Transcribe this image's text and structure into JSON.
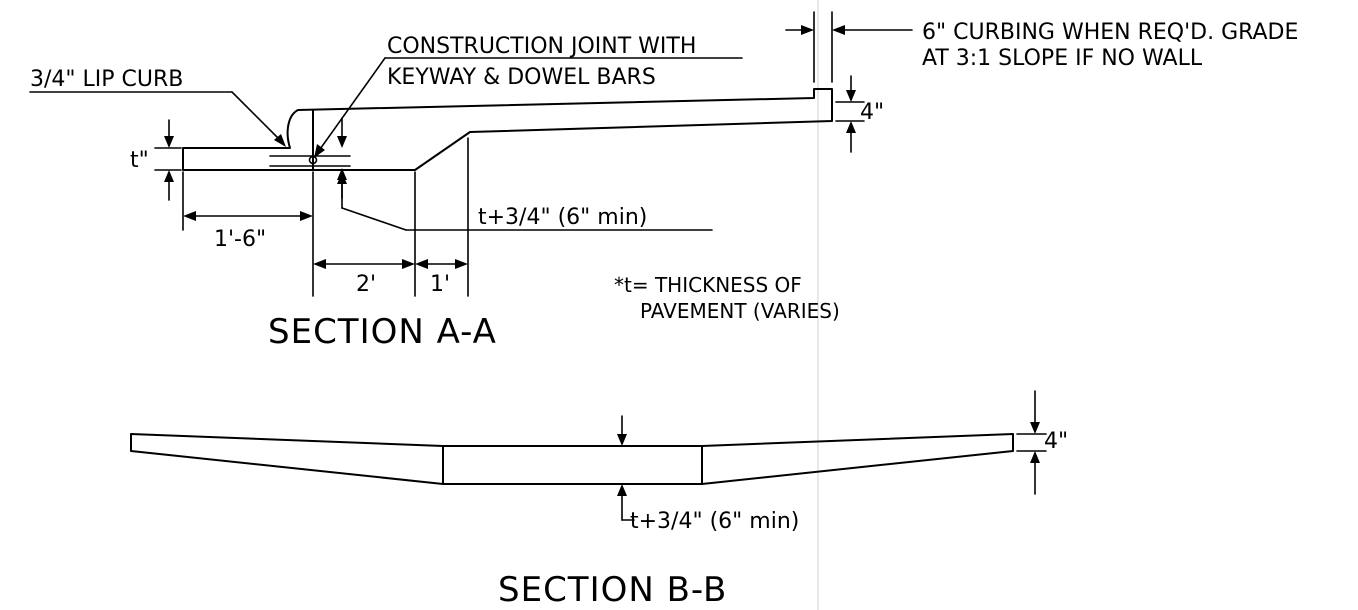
{
  "labels": {
    "lip_curb": "3/4\" LIP CURB",
    "construction_joint_line1": "CONSTRUCTION JOINT WITH",
    "construction_joint_line2": "KEYWAY & DOWEL BARS",
    "curbing_line1": "6\" CURBING WHEN REQ'D. GRADE",
    "curbing_line2": "AT 3:1 SLOPE IF NO WALL",
    "dim_4in_a": "4\"",
    "dim_t": "t\"",
    "dim_1_6": "1'-6\"",
    "dim_2": "2'",
    "dim_1": "1'",
    "dim_t_plus_a": "t+3/4\" (6\" min)",
    "note_line1": "*t= THICKNESS OF",
    "note_line2": "PAVEMENT (VARIES)",
    "section_a_title": "SECTION A-A",
    "dim_4in_b": "4\"",
    "dim_t_plus_b": "t+3/4\" (6\" min)",
    "section_b_title": "SECTION B-B"
  }
}
